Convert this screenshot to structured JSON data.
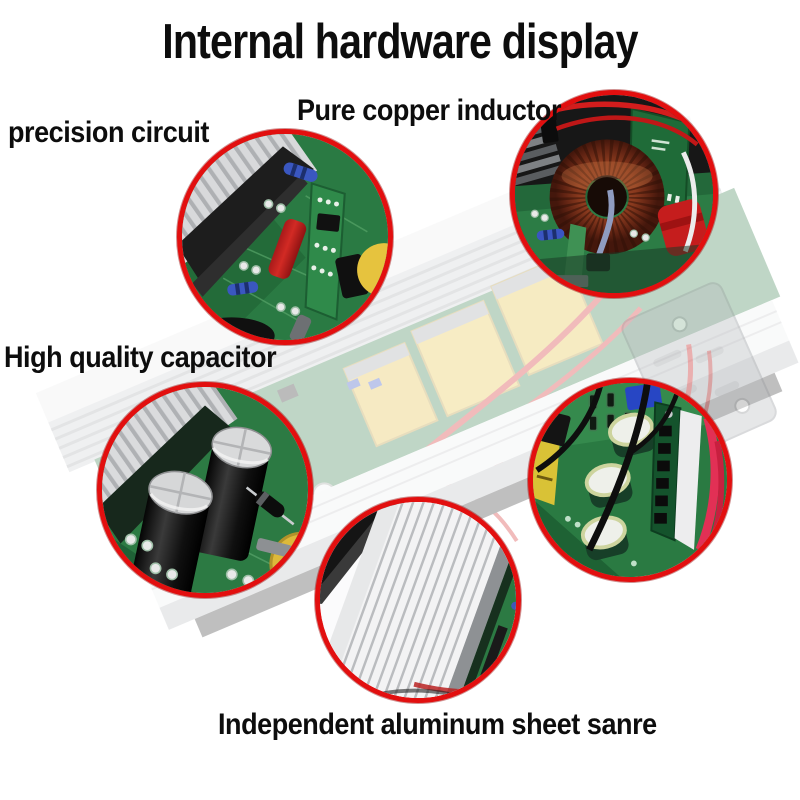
{
  "page": {
    "title": "Internal hardware display"
  },
  "callouts": {
    "precision_circuit": {
      "label": "precision circuit"
    },
    "copper_inductor": {
      "label": "Pure copper inductor"
    },
    "capacitor": {
      "label": "High quality capacitor"
    },
    "aluminum_sheet": {
      "label": "Independent aluminum sheet sanre"
    }
  },
  "colors": {
    "accent_red": "#e20f0f",
    "pcb_green": "#2c7a43",
    "copper_coil": "#7a2f18",
    "transformer_yellow": "#e3bc3c",
    "text": "#0d0d0d",
    "background": "#ffffff"
  }
}
